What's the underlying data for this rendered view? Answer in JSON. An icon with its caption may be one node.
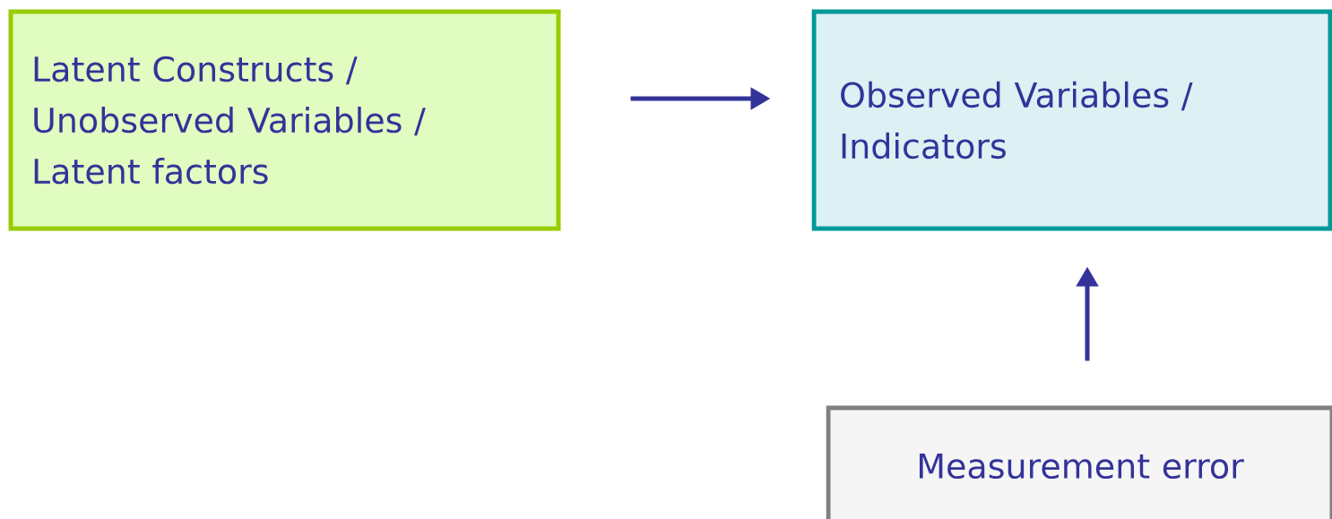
{
  "diagram": {
    "nodes": [
      {
        "text": [
          "Latent Constructs / Unobserved Variables / Latent factors"
        ]
      },
      {
        "text": [
          "Observed Variables / Indicators"
        ]
      },
      {
        "text": [
          "Measurement error"
        ]
      }
    ],
    "edges": [
      {
        "from": 0,
        "to": 1,
        "arrow": "to"
      },
      {
        "from": 2,
        "to": 1,
        "arrow": "to"
      }
    ]
  }
}
